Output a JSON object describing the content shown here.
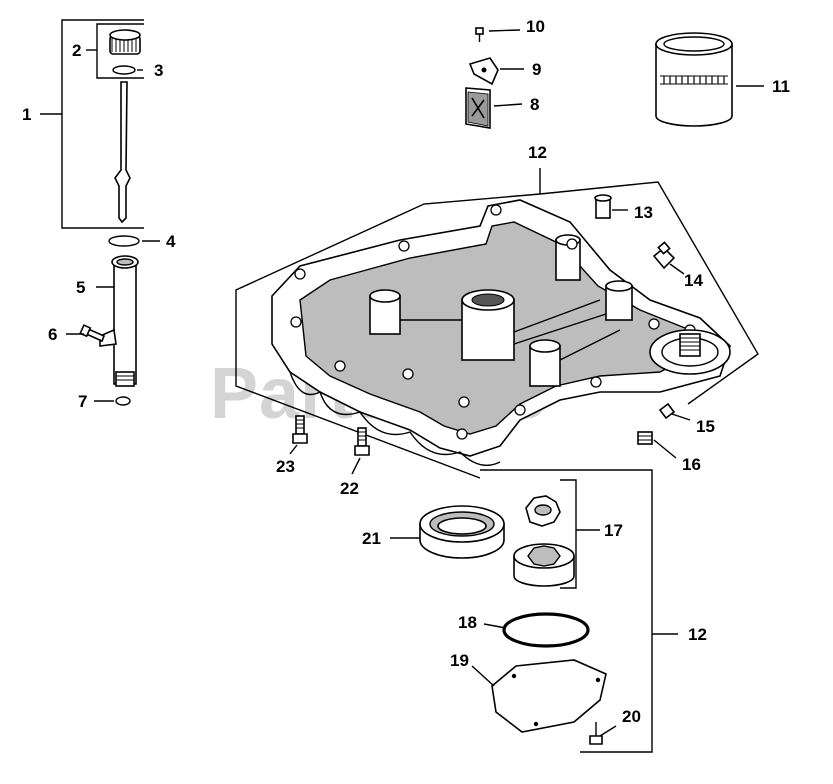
{
  "watermark": "PartsTree",
  "labels": {
    "p1": "1",
    "p2": "2",
    "p3": "3",
    "p4": "4",
    "p5": "5",
    "p6": "6",
    "p7": "7",
    "p8": "8",
    "p9": "9",
    "p10": "10",
    "p11": "11",
    "p12_top": "12",
    "p12_side": "12",
    "p13": "13",
    "p14": "14",
    "p15": "15",
    "p16": "16",
    "p17": "17",
    "p18": "18",
    "p19": "19",
    "p20": "20",
    "p21": "21",
    "p22": "22",
    "p23": "23"
  }
}
